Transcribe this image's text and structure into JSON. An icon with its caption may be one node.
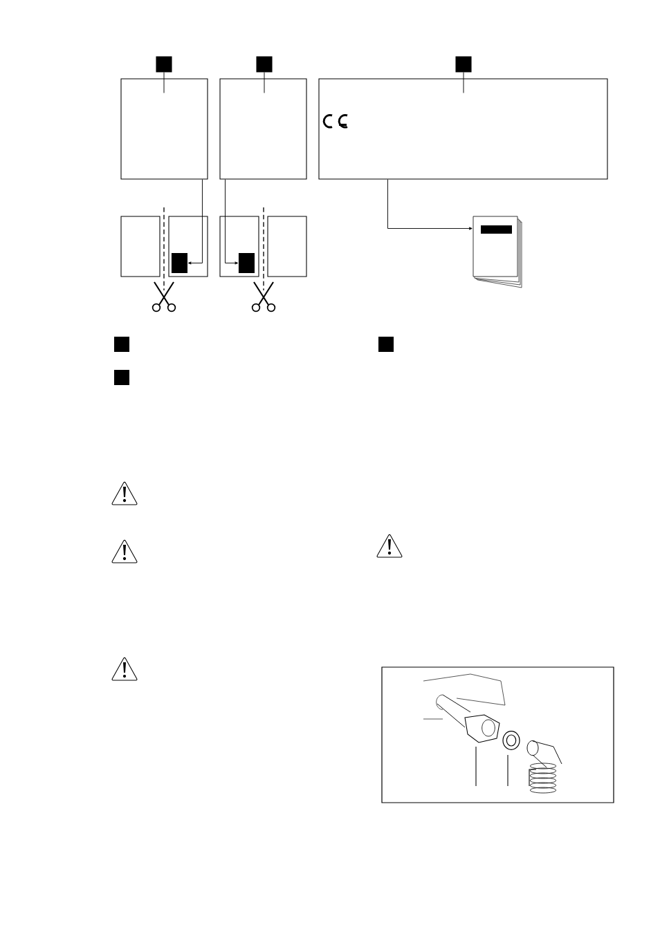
{
  "diagram": {
    "nodes": [
      {
        "text": [],
        "shape": "box"
      },
      {
        "text": [],
        "shape": "box"
      },
      {
        "text": [],
        "shape": "box"
      },
      {
        "text": [],
        "shape": "box"
      },
      {
        "text": [],
        "shape": "box"
      },
      {
        "text": [],
        "shape": "box"
      },
      {
        "text": [],
        "shape": "box"
      },
      {
        "text": [],
        "shape": "box"
      },
      {
        "text": [],
        "shape": "box"
      },
      {
        "text": [],
        "shape": "box"
      },
      {
        "text": [],
        "shape": "box",
        "in": 7
      },
      {
        "text": [],
        "shape": "box",
        "in": 8
      },
      {
        "text": [],
        "shape": "picture"
      }
    ],
    "edges": [
      {
        "from": 0,
        "to": 3,
        "arrow": "none"
      },
      {
        "from": 1,
        "to": 4,
        "arrow": "none"
      },
      {
        "from": 2,
        "to": 5,
        "arrow": "none"
      },
      {
        "from": 3,
        "to": 10,
        "arrow": "to"
      },
      {
        "from": 4,
        "to": 11,
        "arrow": "to"
      },
      {
        "from": 5,
        "to": 12,
        "arrow": "to"
      }
    ]
  }
}
